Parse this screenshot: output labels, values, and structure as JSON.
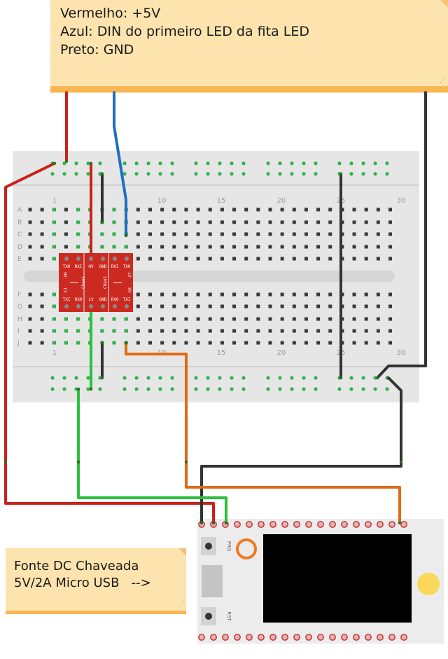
{
  "note_top": {
    "lines": [
      "Vermelho: +5V",
      "Azul: DIN do primeiro LED da fita LED",
      "Preto: GND"
    ]
  },
  "note_bottom": {
    "lines": [
      "Fonte DC Chaveada",
      "5V/2A Micro USB   -->"
    ]
  },
  "breadboard": {
    "column_numbers": [
      "1",
      "10",
      "15",
      "20",
      "25",
      "30"
    ],
    "row_letters_top": [
      "A",
      "B",
      "C",
      "D",
      "E"
    ],
    "row_letters_bottom": [
      "F",
      "G",
      "H",
      "I",
      "J"
    ]
  },
  "converter": {
    "top_pins": [
      "TX0",
      "RXI",
      "HV",
      "GND",
      "RXI",
      "TX0"
    ],
    "bottom_pins": [
      "TXI",
      "RX0",
      "LV",
      "GND",
      "RX0",
      "TXI"
    ],
    "side_labels": [
      "HV",
      "LV",
      "LV",
      "HV"
    ],
    "channels": [
      "Chan1",
      "Chan2"
    ]
  },
  "board": {
    "button_labels": [
      "PRG",
      "RST"
    ]
  },
  "colors": {
    "red": "#c8221b",
    "blue": "#1e6fc4",
    "black": "#333333",
    "green": "#29c23c",
    "orange": "#e06a14",
    "note_fill": "#fde3ae",
    "note_edge": "#f9b552",
    "breadboard": "#e6e6e6",
    "converter": "#cc2a20"
  }
}
